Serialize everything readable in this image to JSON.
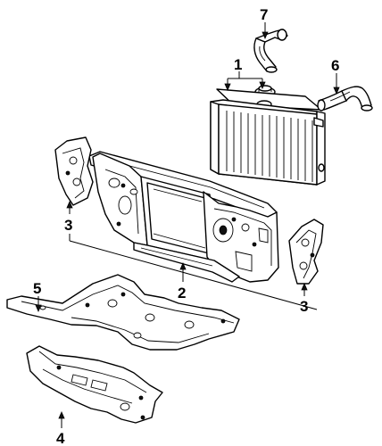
{
  "callouts": {
    "c1": "1",
    "c2": "2",
    "c3_left": "3",
    "c3_right": "3",
    "c4": "4",
    "c5": "5",
    "c6": "6",
    "c7": "7"
  },
  "parts": [
    {
      "callout": "1",
      "name": "radiator-assembly"
    },
    {
      "callout": "2",
      "name": "radiator-support"
    },
    {
      "callout": "3",
      "name": "side-brace"
    },
    {
      "callout": "4",
      "name": "lower-splash-shield"
    },
    {
      "callout": "5",
      "name": "engine-splash-shield"
    },
    {
      "callout": "6",
      "name": "lower-radiator-hose"
    },
    {
      "callout": "7",
      "name": "upper-radiator-hose"
    }
  ]
}
